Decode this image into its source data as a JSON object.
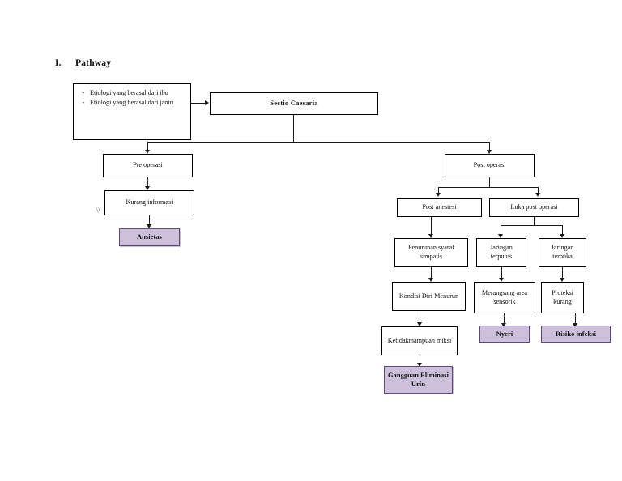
{
  "page": {
    "heading_number": "I.",
    "heading_title": "Pathway",
    "background": "#ffffff",
    "accent_fill": "#ccc0da",
    "accent_border": "#60497a",
    "line_color": "#1a1a1a",
    "stray_mark": "\\\\"
  },
  "nodes": {
    "etiologi": {
      "bullet_1_dash": "-",
      "bullet_1_text": "Etiologi yang berasal dari ibu",
      "bullet_2_dash": "-",
      "bullet_2_text": "Etiologi yang berasal dari janin"
    },
    "sectio_caesaria": "Sectio Caesaria",
    "pre_operasi": "Pre operasi",
    "kurang_informasi": "Kurang informasi",
    "ansietas": "Ansietas",
    "post_operasi": "Post operasi",
    "post_anestesi": "Post anestesi",
    "luka_post_operasi": "Luka post operasi",
    "penurunan_syaraf_simpatis": "Penurunan syaraf simpatis",
    "jaringan_terputus": "Jaringan terputus",
    "jaringan_terbuka": "Jaringan terbuka",
    "kondisi_diri_menurun": "Kondisi Diri Menurun",
    "merangsang_area_sensorik": "Merangsang area sensorik",
    "proteksi_kurang": "Proteksi kurang",
    "ketidakmampuan_miksi": "Ketidakmampuan miksi",
    "nyeri": "Nyeri",
    "risiko_infeksi": "Risiko infeksi",
    "gangguan_eliminasi_urin": "Gangguan Eliminasi Urin"
  },
  "chart_data": {
    "type": "diagram",
    "title": "Pathway",
    "diagram_kind": "clinical-pathway-flowchart",
    "root": "Sectio Caesaria",
    "node_list": [
      {
        "id": "etiologi",
        "label": "- Etiologi yang berasal dari ibu / - Etiologi yang berasal dari janin",
        "style": "plain",
        "tier": 0
      },
      {
        "id": "sectio_caesaria",
        "label": "Sectio Caesaria",
        "style": "plain-bold",
        "tier": 0
      },
      {
        "id": "pre_operasi",
        "label": "Pre operasi",
        "style": "plain",
        "tier": 1
      },
      {
        "id": "post_operasi",
        "label": "Post operasi",
        "style": "plain",
        "tier": 1
      },
      {
        "id": "kurang_informasi",
        "label": "Kurang informasi",
        "style": "plain",
        "tier": 2
      },
      {
        "id": "post_anestesi",
        "label": "Post anestesi",
        "style": "plain",
        "tier": 2
      },
      {
        "id": "luka_post_operasi",
        "label": "Luka post operasi",
        "style": "plain",
        "tier": 2
      },
      {
        "id": "ansietas",
        "label": "Ansietas",
        "style": "accent",
        "tier": 3
      },
      {
        "id": "penurunan_syaraf_simpatis",
        "label": "Penurunan syaraf simpatis",
        "style": "plain",
        "tier": 3
      },
      {
        "id": "jaringan_terputus",
        "label": "Jaringan terputus",
        "style": "plain",
        "tier": 3
      },
      {
        "id": "jaringan_terbuka",
        "label": "Jaringan terbuka",
        "style": "plain",
        "tier": 3
      },
      {
        "id": "kondisi_diri_menurun",
        "label": "Kondisi Diri Menurun",
        "style": "plain",
        "tier": 4
      },
      {
        "id": "merangsang_area_sensorik",
        "label": "Merangsang area sensorik",
        "style": "plain",
        "tier": 4
      },
      {
        "id": "proteksi_kurang",
        "label": "Proteksi kurang",
        "style": "plain",
        "tier": 4
      },
      {
        "id": "ketidakmampuan_miksi",
        "label": "Ketidakmampuan miksi",
        "style": "plain",
        "tier": 5
      },
      {
        "id": "nyeri",
        "label": "Nyeri",
        "style": "accent",
        "tier": 5
      },
      {
        "id": "risiko_infeksi",
        "label": "Risiko infeksi",
        "style": "accent",
        "tier": 5
      },
      {
        "id": "gangguan_eliminasi_urin",
        "label": "Gangguan Eliminasi Urin",
        "style": "accent",
        "tier": 6
      }
    ],
    "edges": [
      {
        "from": "etiologi",
        "to": "sectio_caesaria"
      },
      {
        "from": "sectio_caesaria",
        "to": "pre_operasi"
      },
      {
        "from": "sectio_caesaria",
        "to": "post_operasi"
      },
      {
        "from": "pre_operasi",
        "to": "kurang_informasi"
      },
      {
        "from": "kurang_informasi",
        "to": "ansietas"
      },
      {
        "from": "post_operasi",
        "to": "post_anestesi"
      },
      {
        "from": "post_operasi",
        "to": "luka_post_operasi"
      },
      {
        "from": "post_anestesi",
        "to": "penurunan_syaraf_simpatis"
      },
      {
        "from": "luka_post_operasi",
        "to": "jaringan_terputus"
      },
      {
        "from": "luka_post_operasi",
        "to": "jaringan_terbuka"
      },
      {
        "from": "penurunan_syaraf_simpatis",
        "to": "kondisi_diri_menurun"
      },
      {
        "from": "jaringan_terputus",
        "to": "merangsang_area_sensorik"
      },
      {
        "from": "jaringan_terbuka",
        "to": "proteksi_kurang"
      },
      {
        "from": "kondisi_diri_menurun",
        "to": "ketidakmampuan_miksi"
      },
      {
        "from": "merangsang_area_sensorik",
        "to": "nyeri"
      },
      {
        "from": "proteksi_kurang",
        "to": "risiko_infeksi"
      },
      {
        "from": "ketidakmampuan_miksi",
        "to": "gangguan_eliminasi_urin"
      }
    ]
  }
}
